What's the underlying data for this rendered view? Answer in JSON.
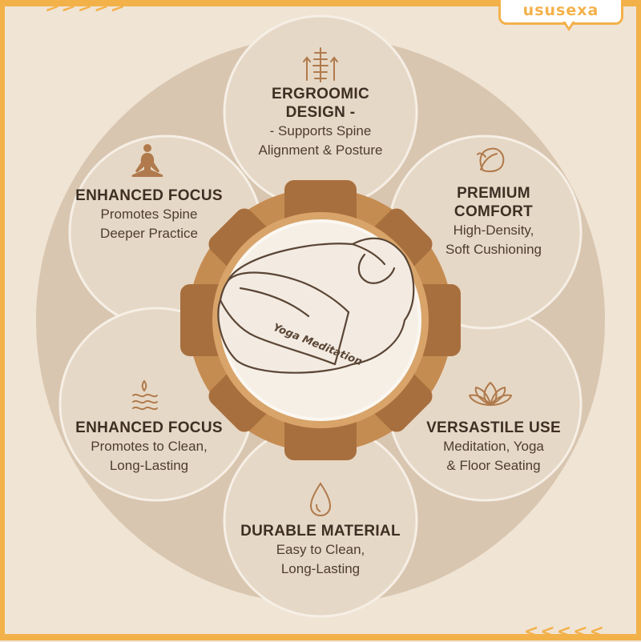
{
  "brand": {
    "name": "ususexa"
  },
  "decor": {
    "top_chevrons": ">>>>>",
    "bottom_chevrons": "<<<<<"
  },
  "product": {
    "label": "Yoga Meditation"
  },
  "features": [
    {
      "id": "top",
      "title": "ERGROOMIC DESIGN -",
      "lines": [
        "- Supports Spine",
        "Alignment & Posture"
      ],
      "icon": "spine-icon"
    },
    {
      "id": "upper-right",
      "title_lines": [
        "PREMIUM",
        "COMFORT"
      ],
      "lines": [
        "High-Density,",
        "Soft Cushioning"
      ],
      "icon": "leaf-icon"
    },
    {
      "id": "lower-right",
      "title": "VERSASTILE USE",
      "lines": [
        "Meditation, Yoga",
        "& Floor Seating"
      ],
      "icon": "lotus-icon"
    },
    {
      "id": "bottom",
      "title": "DURABLE MATERIAL",
      "lines": [
        "Easy to Clean,",
        "Long-Lasting"
      ],
      "icon": "water-drop-icon"
    },
    {
      "id": "lower-left",
      "title": "ENHANCED FOCUS",
      "lines": [
        "Promotes to Clean,",
        "Long-Lasting"
      ],
      "icon": "water-waves-icon"
    },
    {
      "id": "upper-left",
      "title": "ENHANCED FOCUS",
      "lines": [
        "Promotes Spine",
        "Deeper Practice"
      ],
      "icon": "meditating-person-icon"
    }
  ],
  "colors": {
    "background": "#f0e4d4",
    "outer_disc": "#d9c6b0",
    "petal_fill": "#e6d8c6",
    "petal_stroke": "#f6efe6",
    "flower_dark": "#a86f3e",
    "flower_light": "#c58c52",
    "text_dark": "#3e2f24",
    "accent": "#f3b14a",
    "icon": "#b07a4c"
  }
}
